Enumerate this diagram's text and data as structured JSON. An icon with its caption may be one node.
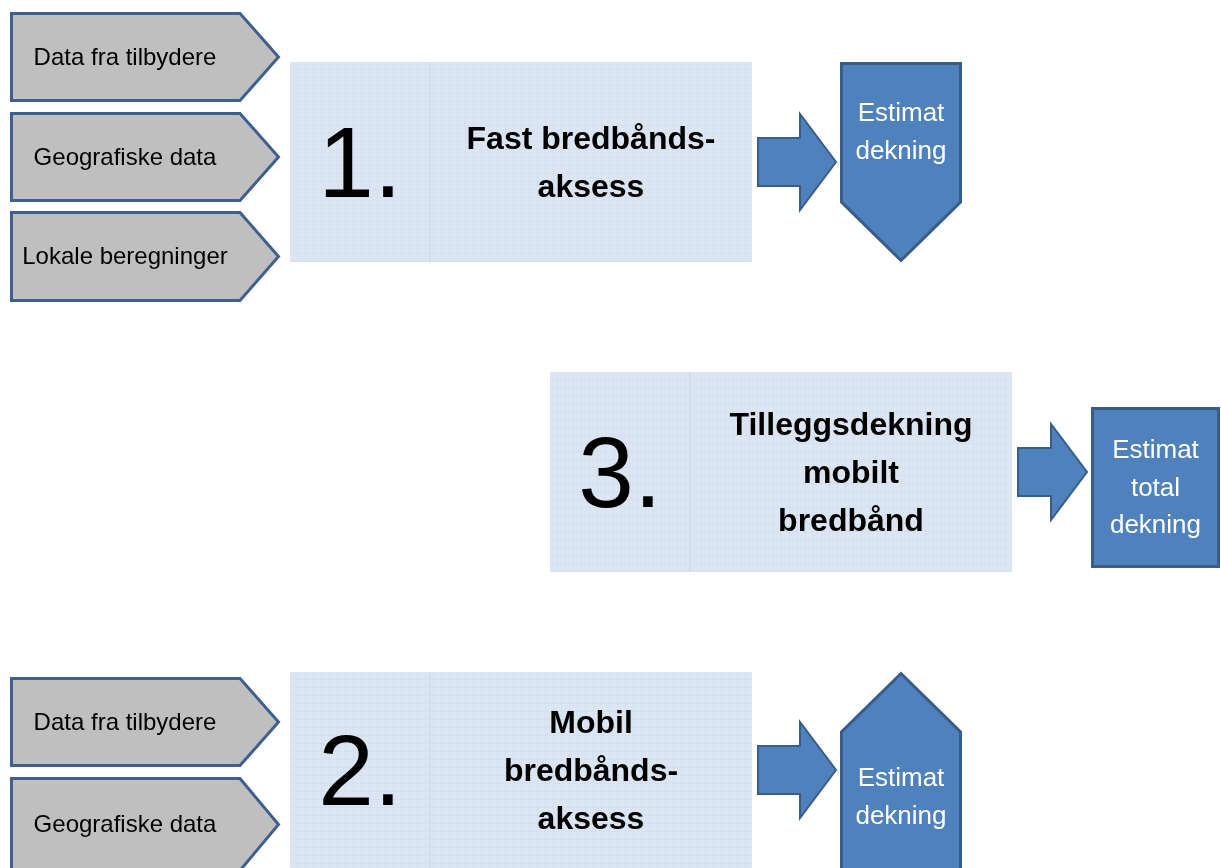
{
  "diagram": {
    "nodes": [
      {
        "text": [
          "Data fra tilbydere"
        ]
      },
      {
        "text": [
          "Geografiske data"
        ]
      },
      {
        "text": [
          "Lokale beregninger"
        ]
      },
      {
        "text": [
          "1.",
          "Fast bredbånds- aksess"
        ]
      },
      {
        "text": [
          "Estimat dekning"
        ]
      },
      {
        "text": [
          "3.",
          "Tilleggsdekning mobilt bredbånd"
        ]
      },
      {
        "text": [
          "Estimat total dekning"
        ]
      },
      {
        "text": [
          "Data fra tilbydere"
        ]
      },
      {
        "text": [
          "Geografiske data"
        ]
      },
      {
        "text": [
          "2.",
          "Mobil bredbånds- aksess"
        ]
      },
      {
        "text": [
          "Estimat dekning"
        ]
      }
    ],
    "edges": [
      {
        "from": 3,
        "to": 4,
        "arrow": "to"
      },
      {
        "from": 5,
        "to": 6,
        "arrow": "to"
      },
      {
        "from": 9,
        "to": 10,
        "arrow": "to"
      }
    ]
  }
}
